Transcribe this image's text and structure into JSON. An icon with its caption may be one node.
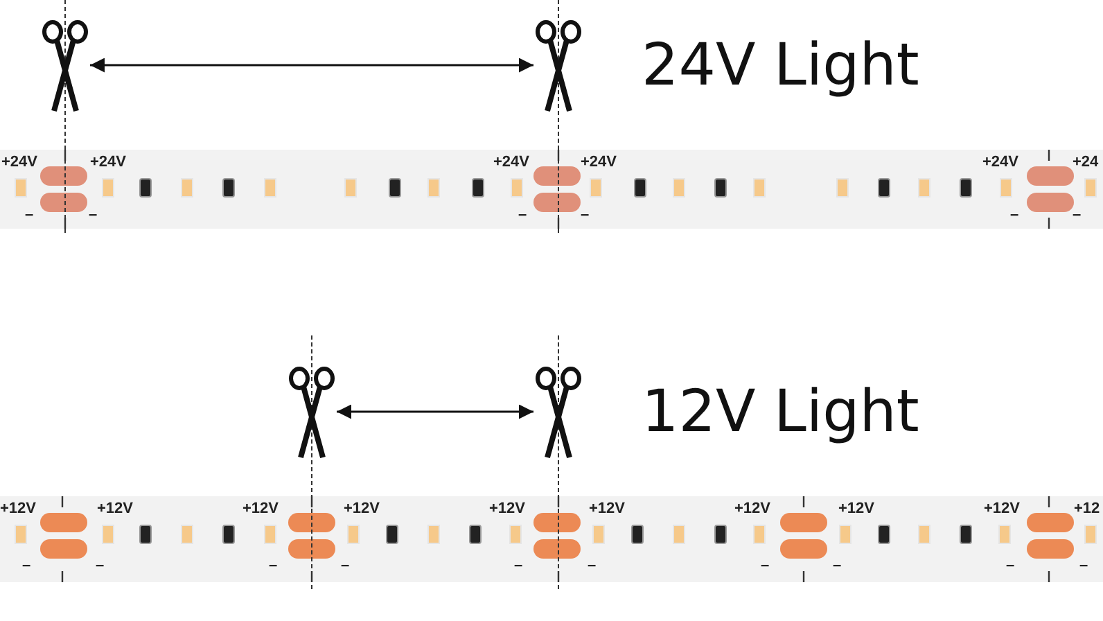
{
  "diagram": {
    "nodes": [
      {
        "text": [],
        "shape": "picture"
      },
      {
        "text": [],
        "shape": "picture"
      },
      {
        "text": [],
        "shape": "picture"
      },
      {
        "text": [],
        "shape": "picture"
      }
    ],
    "edges": [
      {
        "from": 0,
        "to": 1,
        "arrow": "both"
      },
      {
        "from": 2,
        "to": 3,
        "arrow": "both"
      }
    ],
    "labels": [
      "24V Light",
      "+24V",
      "+24V",
      "+24V",
      "+24V",
      "+24V",
      "+24",
      "–",
      "–",
      "–",
      "–",
      "–",
      "–",
      "12V Light",
      "+12V",
      "+12V",
      "+12V",
      "+12V",
      "+12V",
      "+12V",
      "+12V",
      "+12V",
      "+12V",
      "+12",
      "–",
      "–",
      "–",
      "–",
      "–",
      "–",
      "–",
      "–",
      "–",
      "–"
    ]
  }
}
